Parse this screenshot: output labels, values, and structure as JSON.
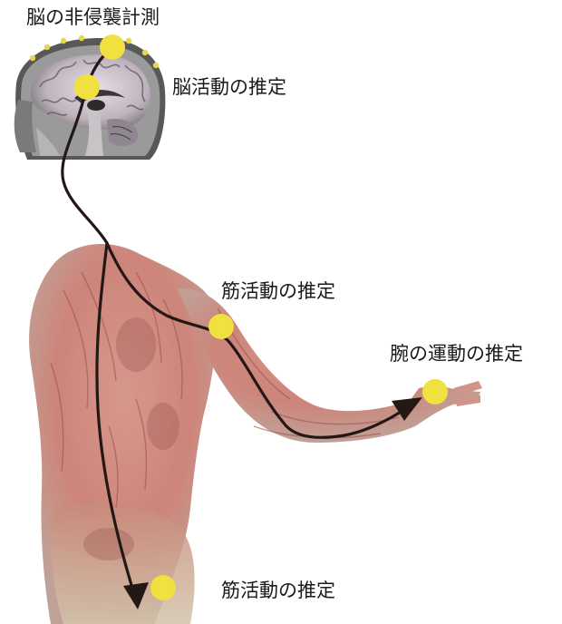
{
  "labels": {
    "brain_noninvasive_measurement": "脳の非侵襲計測",
    "brain_activity_estimation": "脳活動の推定",
    "shoulder_muscle_activity_estimation": "筋活動の推定",
    "arm_movement_estimation": "腕の運動の推定",
    "leg_muscle_activity_estimation": "筋活動の推定"
  },
  "colors": {
    "marker": "#f0e040",
    "arrow": "#231815",
    "muscle": "#b85e55",
    "brain_gray": "#6f6f6f"
  }
}
